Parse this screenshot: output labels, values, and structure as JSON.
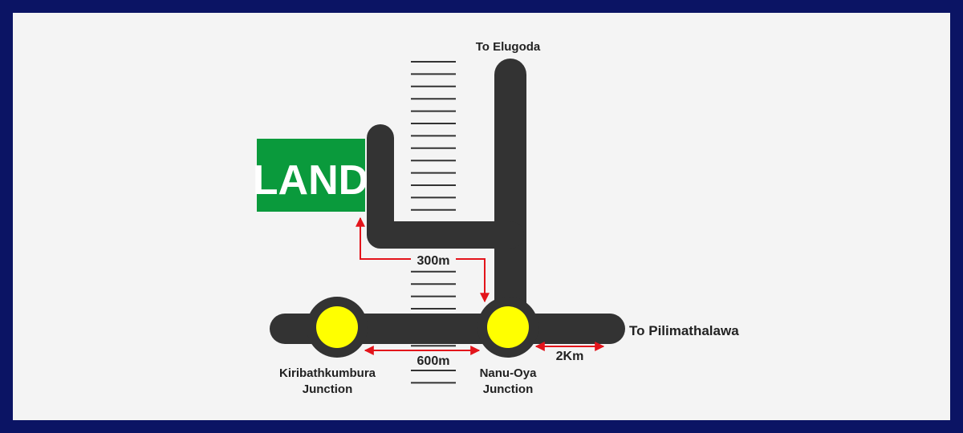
{
  "labels": {
    "to_elugoda": "To Elugoda",
    "land": "LAND",
    "dist_300m": "300m",
    "dist_600m": "600m",
    "dist_2km": "2Km",
    "to_pilimathalawa": "To Pilimathalawa",
    "kiribathkumbura_line1": "Kiribathkumbura",
    "kiribathkumbura_line2": "Junction",
    "nanuoya_line1": "Nanu-Oya",
    "nanuoya_line2": "Junction"
  },
  "colors": {
    "frame": "#0b1464",
    "background": "#f4f4f4",
    "road": "#333333",
    "junction": "#ffff00",
    "land": "#0a9a3c",
    "arrow": "#e3141b",
    "text": "#222222"
  },
  "icons": [
    "railway-track-icon",
    "distance-arrow-icon",
    "junction-roundabout-icon"
  ]
}
